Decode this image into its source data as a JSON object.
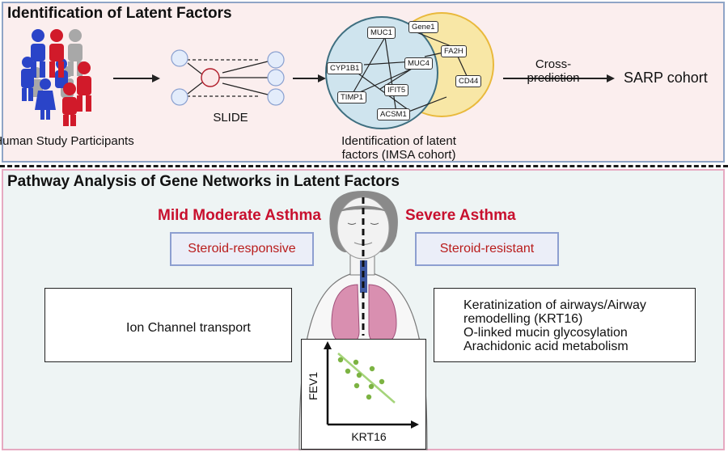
{
  "top_panel": {
    "title": "Identification of Latent Factors",
    "participants_label": "Human Study Participants",
    "slide_label": "SLIDE",
    "latent_label_line1": "Identification of latent",
    "latent_label_line2": "factors (IMSA cohort)",
    "cross_line1": "Cross-",
    "cross_line2": "prediction",
    "sarp_label": "SARP cohort",
    "genes_blue": [
      "MUC1",
      "CYP1B1",
      "MUC4",
      "IFIT5",
      "TIMP1",
      "ACSM1"
    ],
    "genes_yellow": [
      "Gene1",
      "FA2H",
      "CD44"
    ],
    "colors": {
      "blue_circle": "#cfe4ee",
      "yellow_circle": "#f8e7a6",
      "yellow_border": "#e9b93c",
      "blue_border": "#3f6f80"
    }
  },
  "bottom_panel": {
    "title": "Pathway Analysis of Gene Networks in Latent Factors",
    "mild_label": "Mild Moderate Asthma",
    "severe_label": "Severe Asthma",
    "steroid_responsive": "Steroid-responsive",
    "steroid_resistant": "Steroid-resistant",
    "left_pathways": [
      "Ion Channel transport"
    ],
    "right_pathways": [
      "Keratinization of airways/Airway",
      "remodelling (KRT16)",
      "O-linked mucin glycosylation",
      "Arachidonic acid metabolism"
    ],
    "plot": {
      "ylabel": "FEV1",
      "xlabel": "KRT16"
    },
    "colors": {
      "accent_red": "#c8102e",
      "arrow_border": "#c0185a",
      "dot_green": "#7cb342"
    }
  }
}
